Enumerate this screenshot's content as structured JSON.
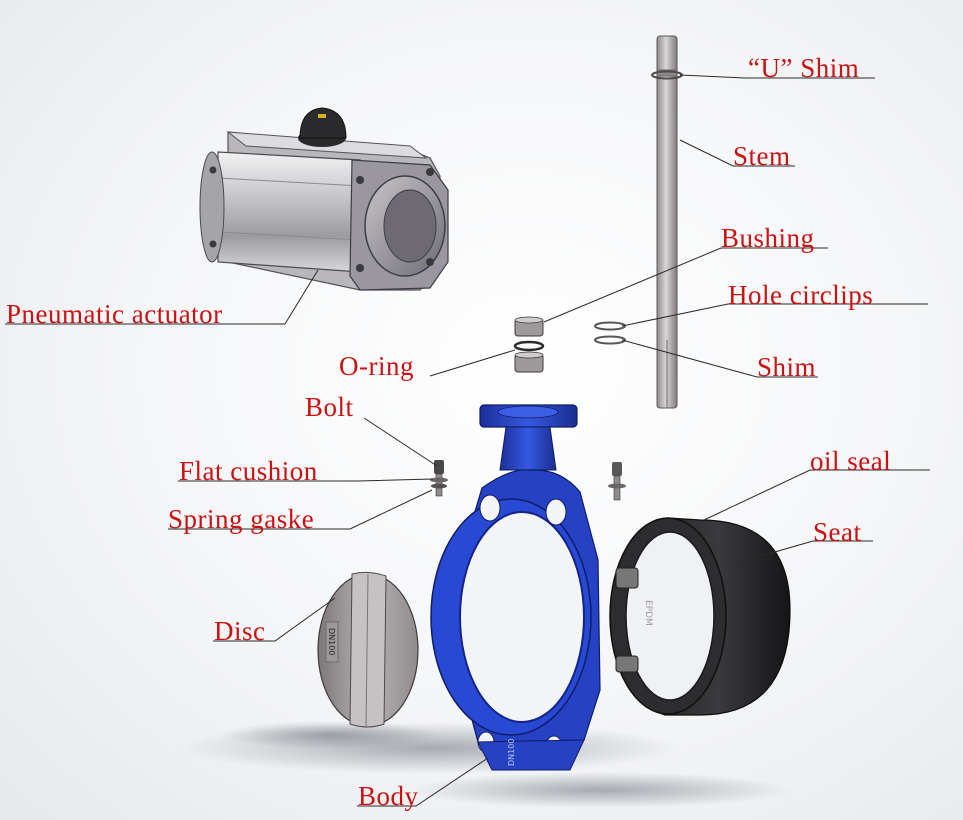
{
  "labels": {
    "u_shim": "“U” Shim",
    "stem": "Stem",
    "bushing": "Bushing",
    "hole_circlips": "Hole circlips",
    "shim": "Shim",
    "o_ring": "O-ring",
    "pneumatic_actuator": "Pneumatic actuator",
    "bolt": "Bolt",
    "flat_cushion": "Flat cushion",
    "spring_gaske": "Spring gaske",
    "oil_seal": "oil seal",
    "seat": "Seat",
    "disc": "Disc",
    "body": "Body"
  },
  "markings": {
    "disc": "DN100",
    "body": "DN100",
    "seat": "EPDM"
  },
  "colors": {
    "label": "#cc1111",
    "body": "#2a4fd0",
    "seat": "#2b2b2d",
    "metal": "#a9a6a8"
  }
}
